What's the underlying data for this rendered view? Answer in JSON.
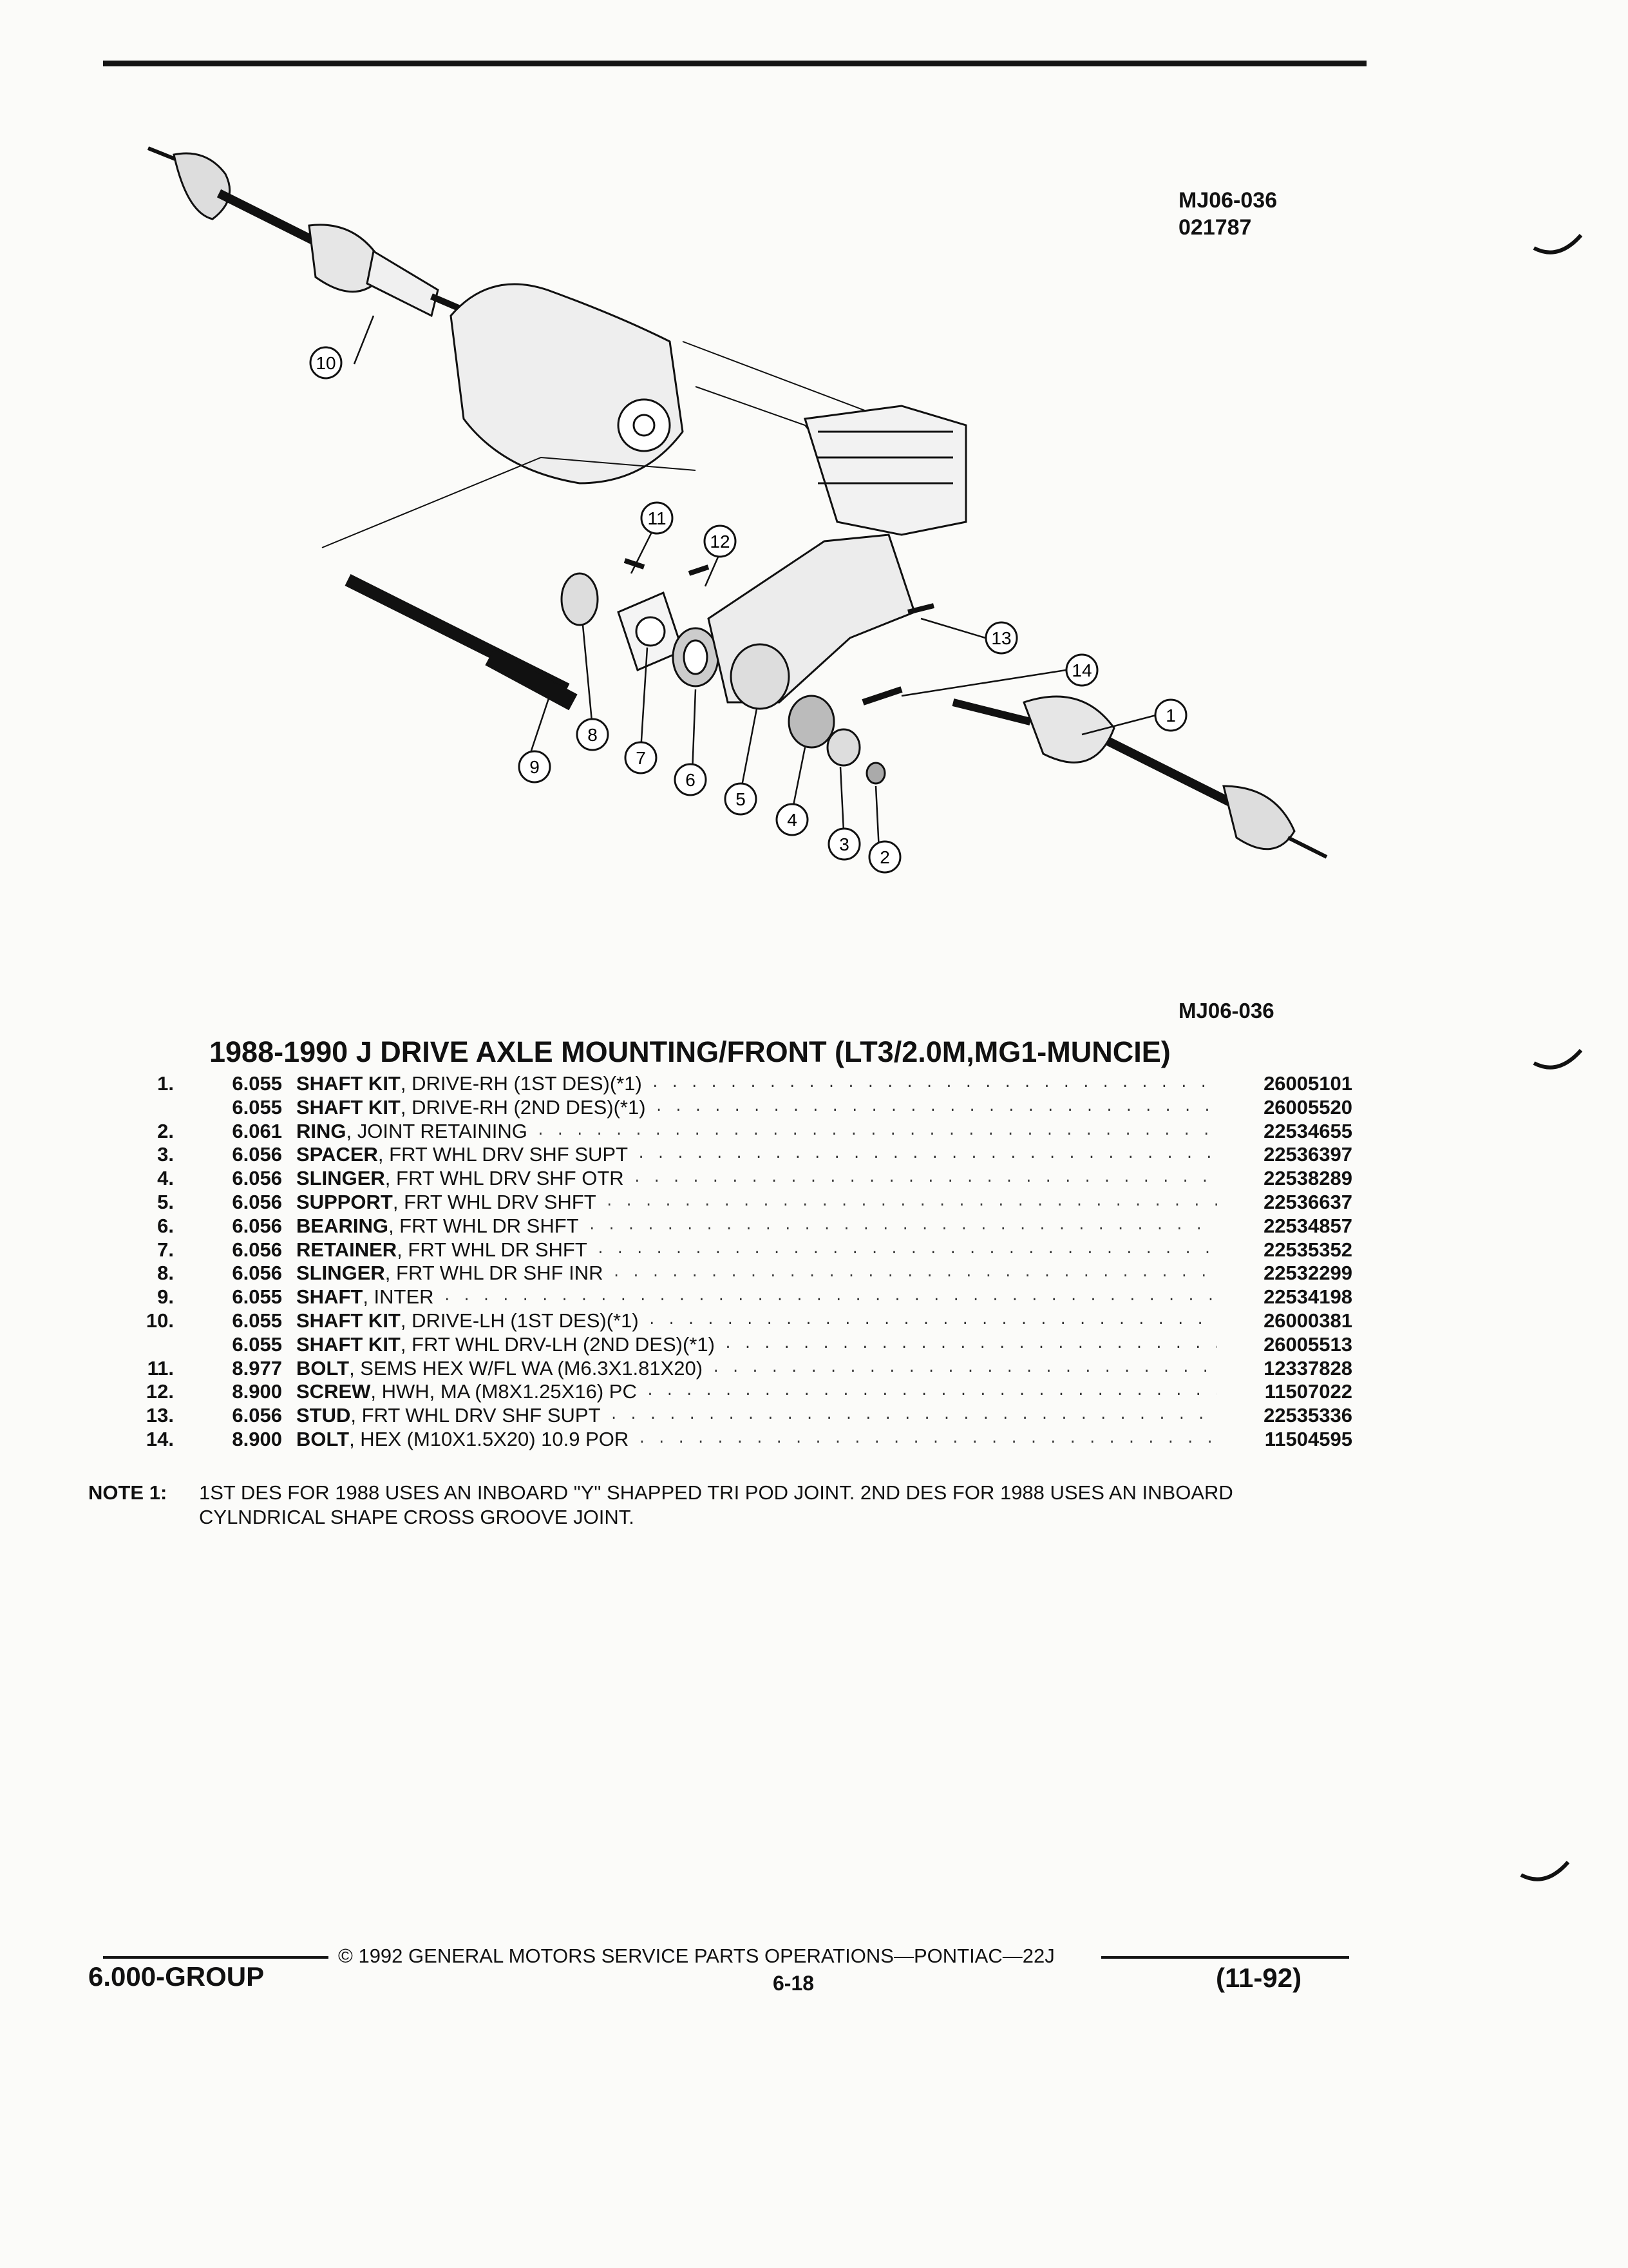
{
  "figure": {
    "code": "MJ06-036",
    "date_code": "021787",
    "code_bottom": "MJ06-036",
    "callouts": [
      "1",
      "2",
      "3",
      "4",
      "5",
      "6",
      "7",
      "8",
      "9",
      "10",
      "11",
      "12",
      "13",
      "14"
    ]
  },
  "title": "1988-1990 J DRIVE AXLE MOUNTING/FRONT (LT3/2.0M,MG1-MUNCIE)",
  "parts": [
    {
      "num": "1.",
      "group": "6.055",
      "name": "SHAFT KIT",
      "desc": ", DRIVE-RH (1ST DES)(*1)",
      "pn": "26005101"
    },
    {
      "num": "",
      "group": "6.055",
      "name": "SHAFT KIT",
      "desc": ", DRIVE-RH (2ND DES)(*1)",
      "pn": "26005520"
    },
    {
      "num": "2.",
      "group": "6.061",
      "name": "RING",
      "desc": ", JOINT RETAINING",
      "pn": "22534655"
    },
    {
      "num": "3.",
      "group": "6.056",
      "name": "SPACER",
      "desc": ", FRT WHL DRV SHF SUPT",
      "pn": "22536397"
    },
    {
      "num": "4.",
      "group": "6.056",
      "name": "SLINGER",
      "desc": ", FRT WHL DRV SHF OTR",
      "pn": "22538289"
    },
    {
      "num": "5.",
      "group": "6.056",
      "name": "SUPPORT",
      "desc": ", FRT WHL DRV SHFT",
      "pn": "22536637"
    },
    {
      "num": "6.",
      "group": "6.056",
      "name": "BEARING",
      "desc": ", FRT WHL DR SHFT",
      "pn": "22534857"
    },
    {
      "num": "7.",
      "group": "6.056",
      "name": "RETAINER",
      "desc": ", FRT WHL DR SHFT",
      "pn": "22535352"
    },
    {
      "num": "8.",
      "group": "6.056",
      "name": "SLINGER",
      "desc": ", FRT WHL DR SHF INR",
      "pn": "22532299"
    },
    {
      "num": "9.",
      "group": "6.055",
      "name": "SHAFT",
      "desc": ", INTER",
      "pn": "22534198"
    },
    {
      "num": "10.",
      "group": "6.055",
      "name": "SHAFT KIT",
      "desc": ", DRIVE-LH (1ST DES)(*1)",
      "pn": "26000381"
    },
    {
      "num": "",
      "group": "6.055",
      "name": "SHAFT KIT",
      "desc": ", FRT WHL DRV-LH (2ND DES)(*1)",
      "pn": "26005513"
    },
    {
      "num": "11.",
      "group": "8.977",
      "name": "BOLT",
      "desc": ", SEMS HEX W/FL WA (M6.3X1.81X20)",
      "pn": "12337828"
    },
    {
      "num": "12.",
      "group": "8.900",
      "name": "SCREW",
      "desc": ", HWH, MA (M8X1.25X16) PC",
      "pn": "11507022"
    },
    {
      "num": "13.",
      "group": "6.056",
      "name": "STUD",
      "desc": ", FRT WHL DRV SHF SUPT",
      "pn": "22535336"
    },
    {
      "num": "14.",
      "group": "8.900",
      "name": "BOLT",
      "desc": ", HEX (M10X1.5X20) 10.9 POR",
      "pn": "11504595"
    }
  ],
  "note": {
    "label": "NOTE 1:",
    "text": "1ST DES FOR 1988 USES AN INBOARD \"Y\" SHAPPED TRI POD JOINT. 2ND DES FOR 1988 USES AN INBOARD CYLNDRICAL SHAPE CROSS GROOVE JOINT."
  },
  "footer": {
    "copyright": "© 1992 GENERAL MOTORS SERVICE PARTS OPERATIONS—PONTIAC—22J",
    "group": "6.000-GROUP",
    "page": "6-18",
    "date": "(11-92)"
  }
}
